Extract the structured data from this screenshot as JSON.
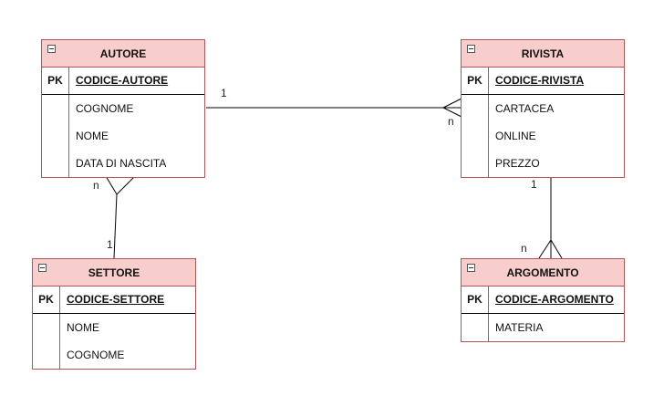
{
  "colors": {
    "header_fill": "#f8cecc",
    "border": "#b85450",
    "line": "#000000"
  },
  "icons": {
    "entity_toggle": "collapse-minus-icon"
  },
  "entities": {
    "autore": {
      "title": "AUTORE",
      "pk_label": "PK",
      "pk_attr": "CODICE-AUTORE",
      "attributes": [
        "COGNOME",
        "NOME",
        "DATA DI NASCITA"
      ]
    },
    "rivista": {
      "title": "RIVISTA",
      "pk_label": "PK",
      "pk_attr": "CODICE-RIVISTA",
      "attributes": [
        "CARTACEA",
        "ONLINE",
        "PREZZO"
      ]
    },
    "settore": {
      "title": "SETTORE",
      "pk_label": "PK",
      "pk_attr": "CODICE-SETTORE",
      "attributes": [
        "NOME",
        "COGNOME"
      ]
    },
    "argomento": {
      "title": "ARGOMENTO",
      "pk_label": "PK",
      "pk_attr": "CODICE-ARGOMENTO",
      "attributes": [
        "MATERIA"
      ]
    }
  },
  "relationships": {
    "autore_rivista": {
      "from": "AUTORE",
      "to": "RIVISTA",
      "from_card": "1",
      "to_card": "n"
    },
    "autore_settore": {
      "from": "AUTORE",
      "to": "SETTORE",
      "from_card": "n",
      "to_card": "1"
    },
    "rivista_argomento": {
      "from": "RIVISTA",
      "to": "ARGOMENTO",
      "from_card": "1",
      "to_card": "n"
    }
  }
}
